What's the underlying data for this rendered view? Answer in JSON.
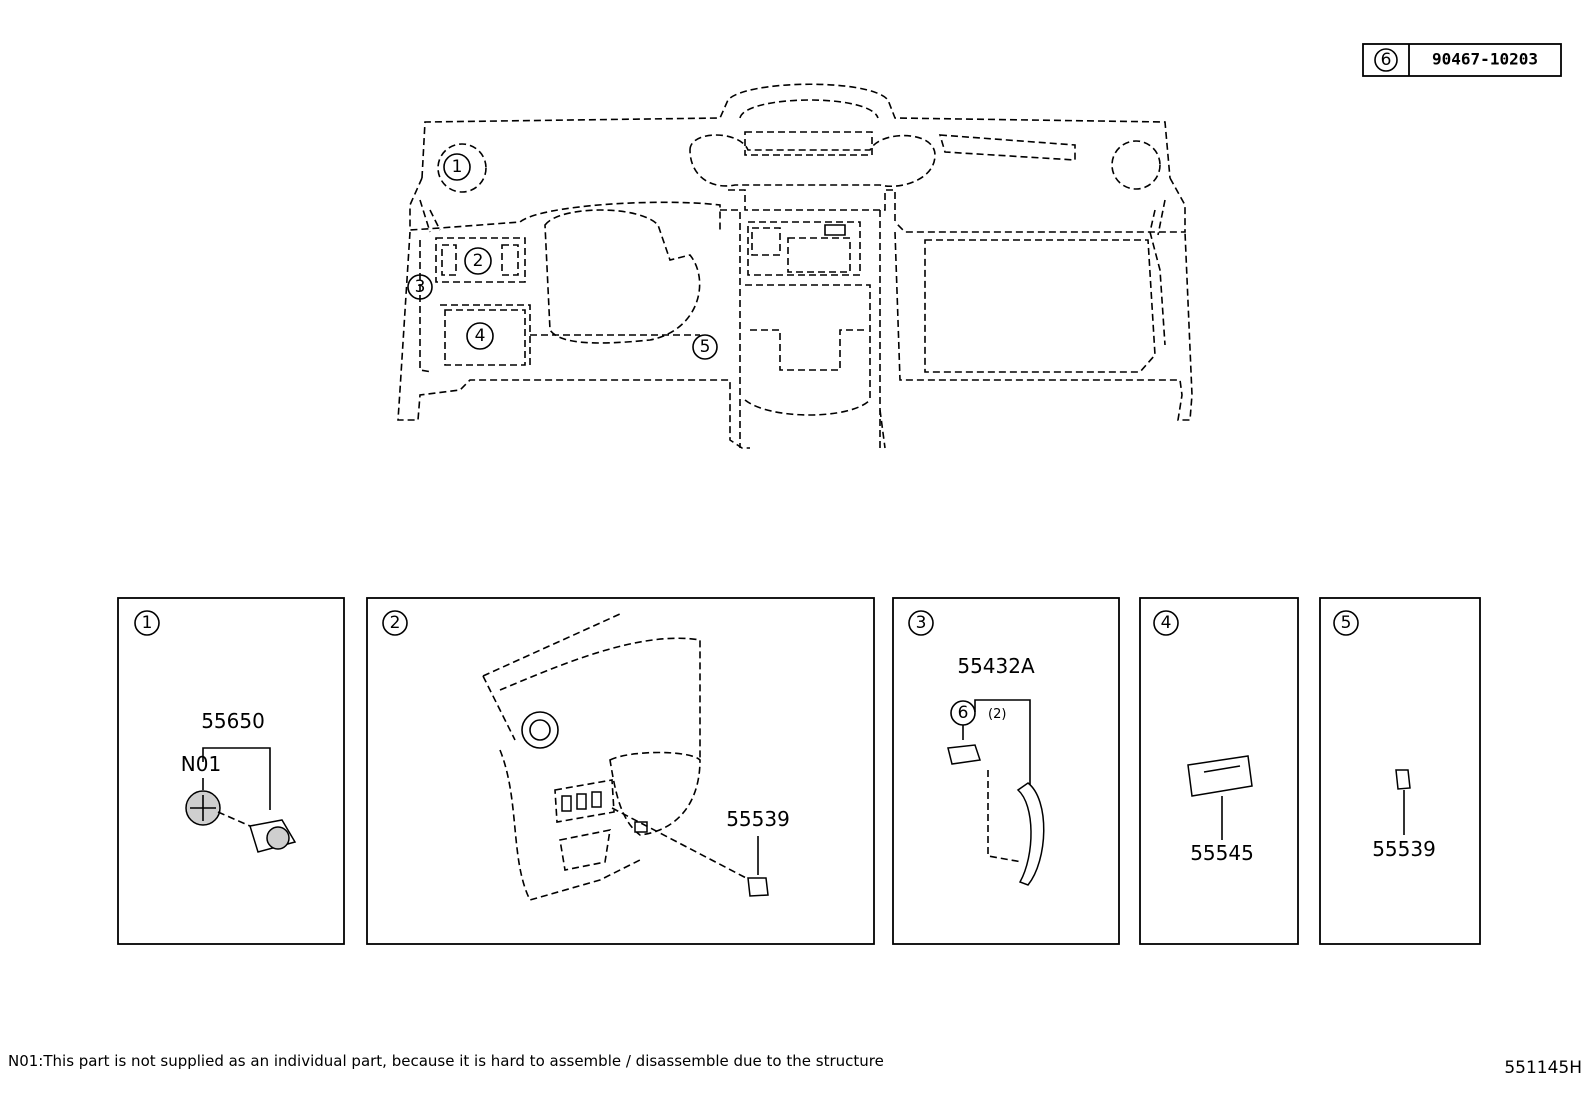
{
  "reference_box": {
    "index": "6",
    "part_number": "90467-10203"
  },
  "dash_callouts": [
    "1",
    "2",
    "3",
    "4",
    "5"
  ],
  "panels": [
    {
      "index": "1",
      "parts": [
        "55650",
        "N01"
      ]
    },
    {
      "index": "2",
      "parts": [
        "55539"
      ]
    },
    {
      "index": "3",
      "parts": [
        "55432A",
        "6",
        "(2)"
      ]
    },
    {
      "index": "4",
      "parts": [
        "55545"
      ]
    },
    {
      "index": "5",
      "parts": [
        "55539"
      ]
    }
  ],
  "footnote": "N01:This part is not supplied as an individual part, because it is hard to assemble / disassemble due to the structure",
  "diagram_code": "551145H"
}
